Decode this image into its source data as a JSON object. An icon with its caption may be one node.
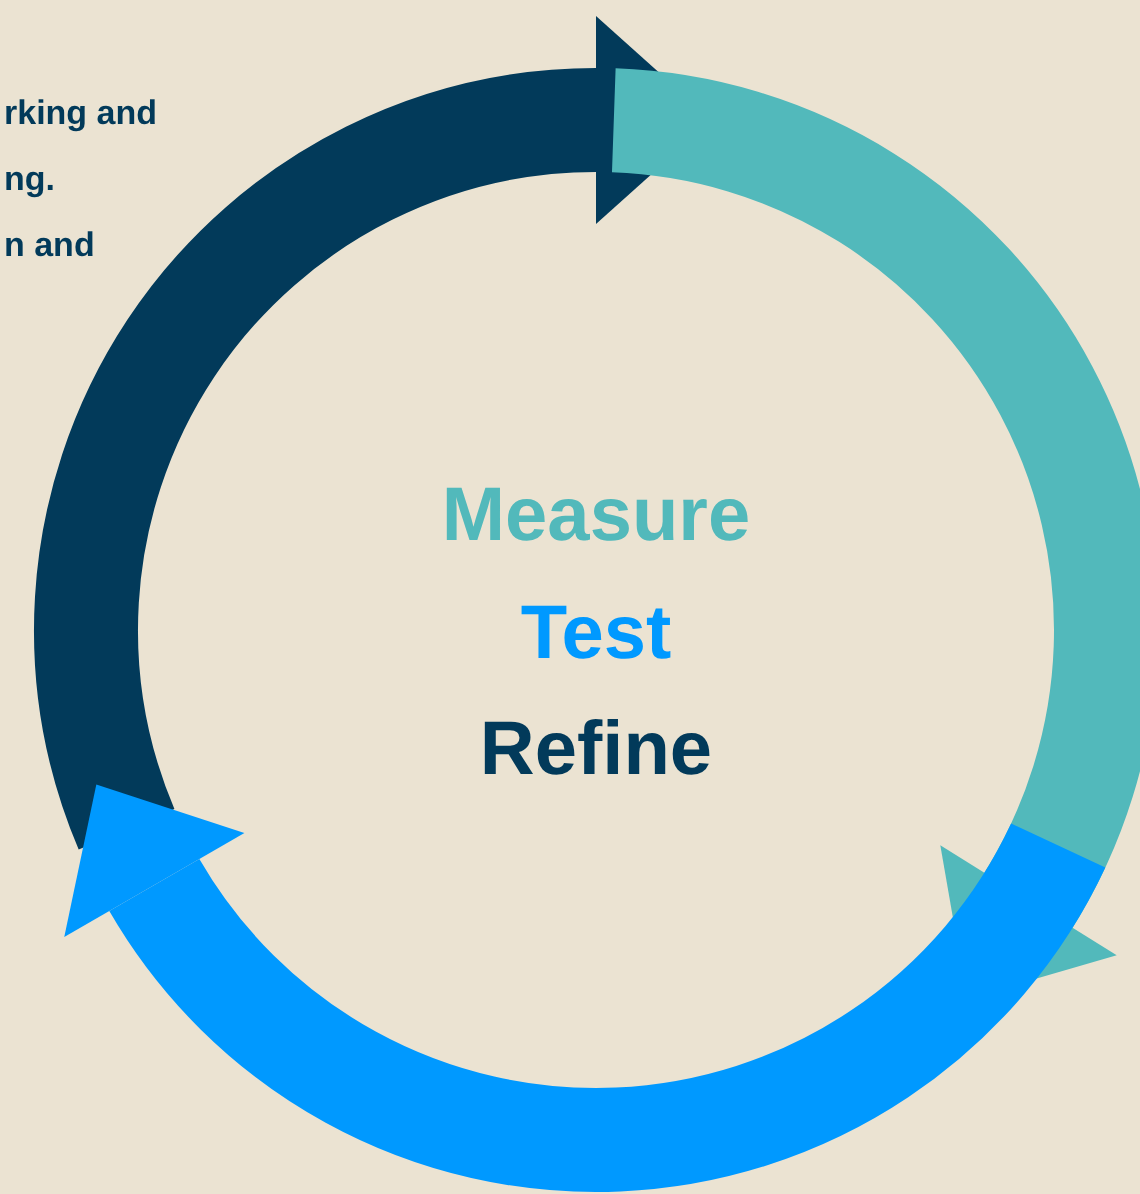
{
  "diagram": {
    "labels": [
      "rking and",
      "ng.",
      "n and",
      "Measure",
      "Test",
      "Refine"
    ]
  }
}
